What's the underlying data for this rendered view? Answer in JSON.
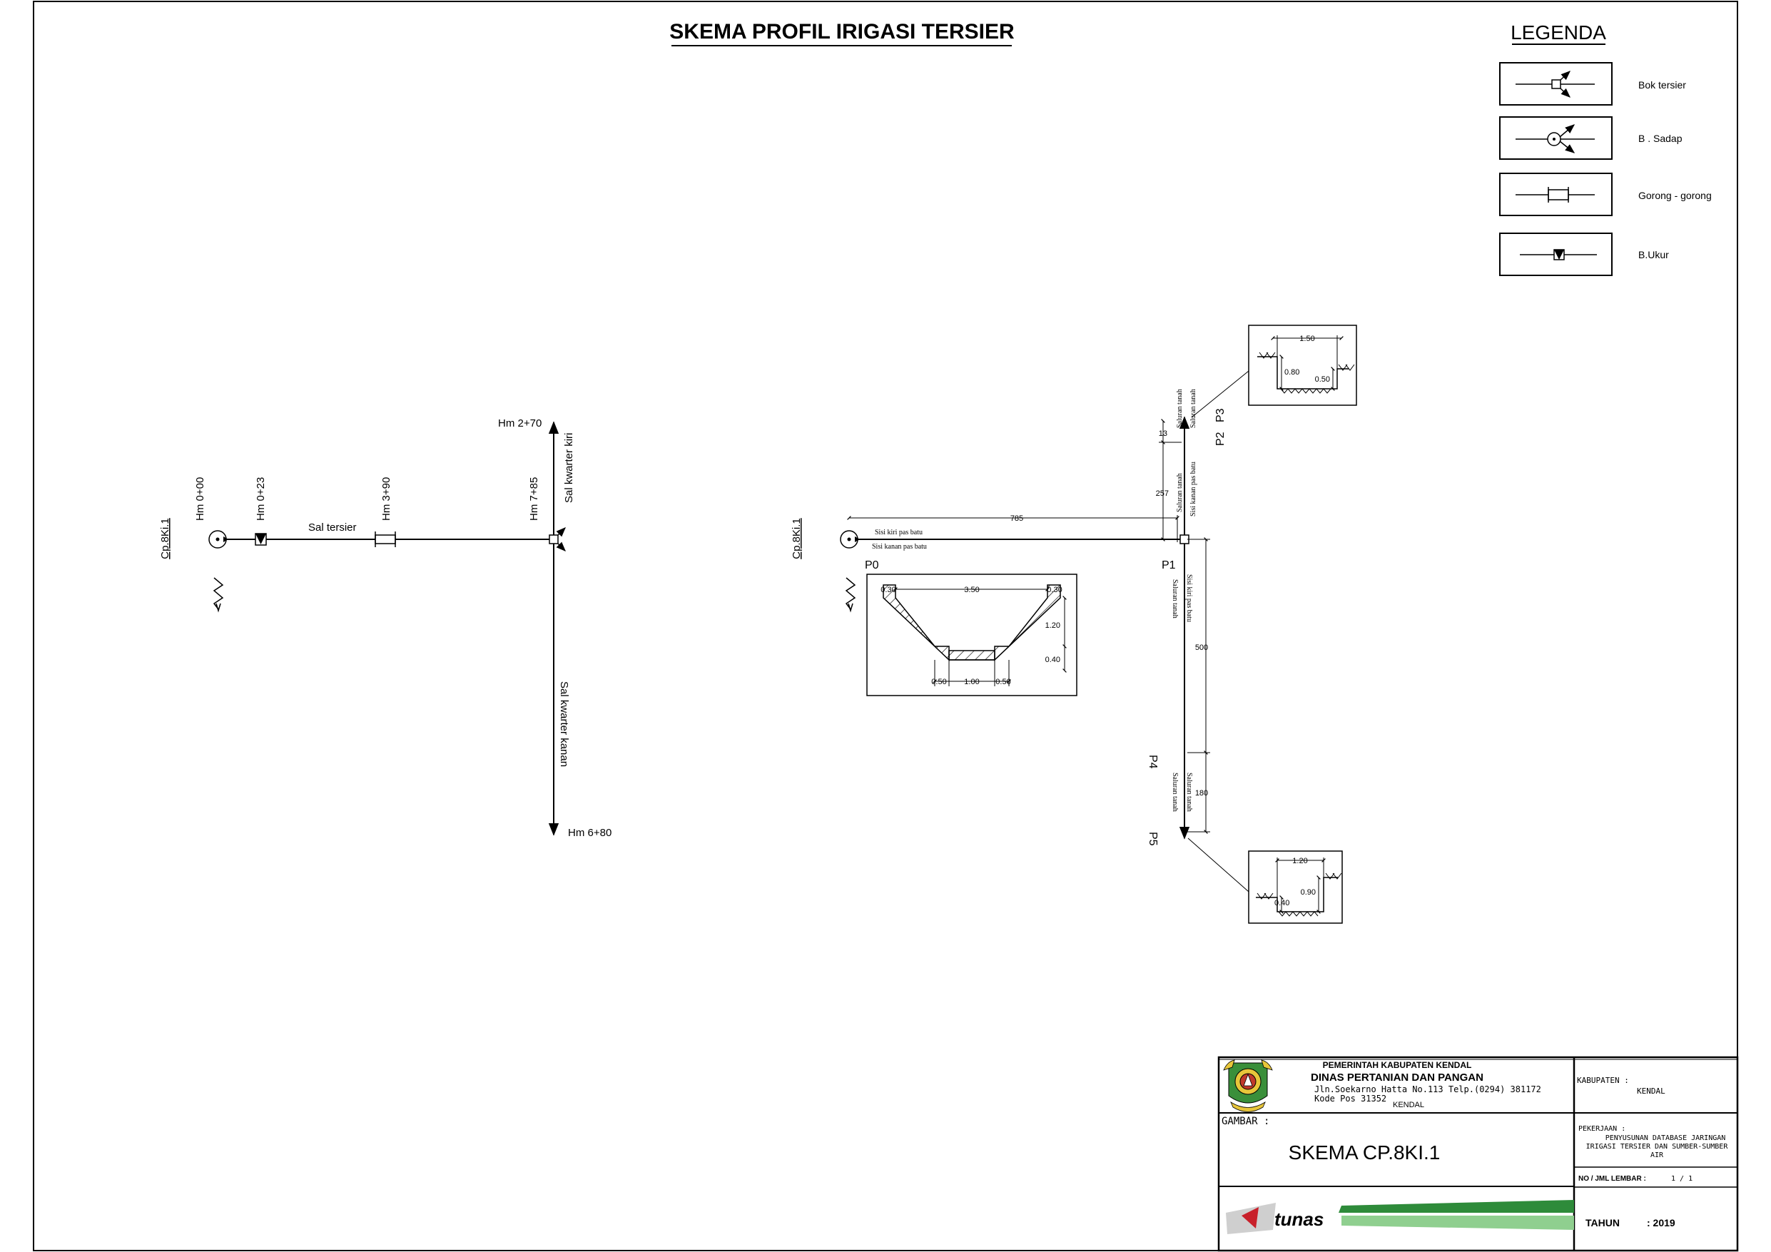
{
  "title": "SKEMA PROFIL IRIGASI TERSIER",
  "legend": {
    "title": "LEGENDA",
    "items": [
      {
        "icon": "bok-tersier-icon",
        "label": "Bok tersier"
      },
      {
        "icon": "bangunan-sadap-icon",
        "label": "B . Sadap"
      },
      {
        "icon": "gorong-gorong-icon",
        "label": "Gorong - gorong"
      },
      {
        "icon": "bangunan-ukur-icon",
        "label": "B.Ukur"
      }
    ]
  },
  "left_scheme": {
    "code": "Cp.8Ki.1",
    "stations": [
      "Hm 0+00",
      "Hm 0+23",
      "Hm 3+90",
      "Hm 7+85"
    ],
    "channel_label": "Sal tersier",
    "top_station": "Hm 2+70",
    "bottom_station": "Hm 6+80",
    "upper_branch": "Sal kwarter kiri",
    "lower_branch": "Sal kwarter kanan"
  },
  "right_scheme": {
    "code": "Cp.8Ki.1",
    "points": [
      "P0",
      "P1",
      "P2",
      "P3",
      "P4",
      "P5"
    ],
    "main_dim": "785",
    "main_left_bank": "Sisi kiri pas batu",
    "main_right_bank": "Sisi kanan pas batu",
    "upper_dims": [
      "13",
      "257"
    ],
    "upper_labels": [
      "Saluran tanah",
      "Saluran tanah",
      "Saluran tanah",
      "Sisi kanan pas batu"
    ],
    "lower_dims": [
      "500",
      "180"
    ],
    "lower_labels": [
      "Saluran tanah",
      "Sisi kiri pas batu",
      "Saluran tanah",
      "Saluran tanah"
    ]
  },
  "section_main": {
    "top": "3.50",
    "side_left": "0.30",
    "side_right": "0.30",
    "depth": "1.20",
    "base_h": "0.40",
    "bottom_left": "0.50",
    "bottom": "1.00",
    "bottom_right": "0.50"
  },
  "section_upper": {
    "width": "1.50",
    "left_depth": "0.80",
    "right_depth": "0.50"
  },
  "section_lower": {
    "width": "1.20",
    "left_depth": "0.40",
    "right_depth": "0.90"
  },
  "title_block": {
    "gov": "PEMERINTAH KABUPATEN KENDAL",
    "agency": "DINAS PERTANIAN DAN PANGAN",
    "address": "Jln.Soekarno Hatta No.113 Telp.(0294) 381172",
    "postal": "Kode Pos 31352",
    "city": "KENDAL",
    "kabupaten_label": "KABUPATEN :",
    "kabupaten_value": "KENDAL",
    "gambar_label": "GAMBAR :",
    "gambar_value": "SKEMA CP.8KI.1",
    "pekerjaan_label": "PEKERJAAN :",
    "pekerjaan_value_1": "PENYUSUNAN DATABASE JARINGAN",
    "pekerjaan_value_2": "IRIGASI TERSIER DAN SUMBER-SUMBER",
    "pekerjaan_value_3": "AIR",
    "lembar_label": "NO / JML LEMBAR :",
    "lembar_value": "1 / 1",
    "tahun_label": "TAHUN",
    "tahun_value": ": 2019",
    "logo_text": "tunas"
  },
  "colors": {
    "line": "#000000",
    "logo_green": "#2e8b3a",
    "logo_red": "#c8202a",
    "seal_yellow": "#e8c63a",
    "seal_green": "#3a8f3a",
    "seal_red": "#c0392b"
  }
}
